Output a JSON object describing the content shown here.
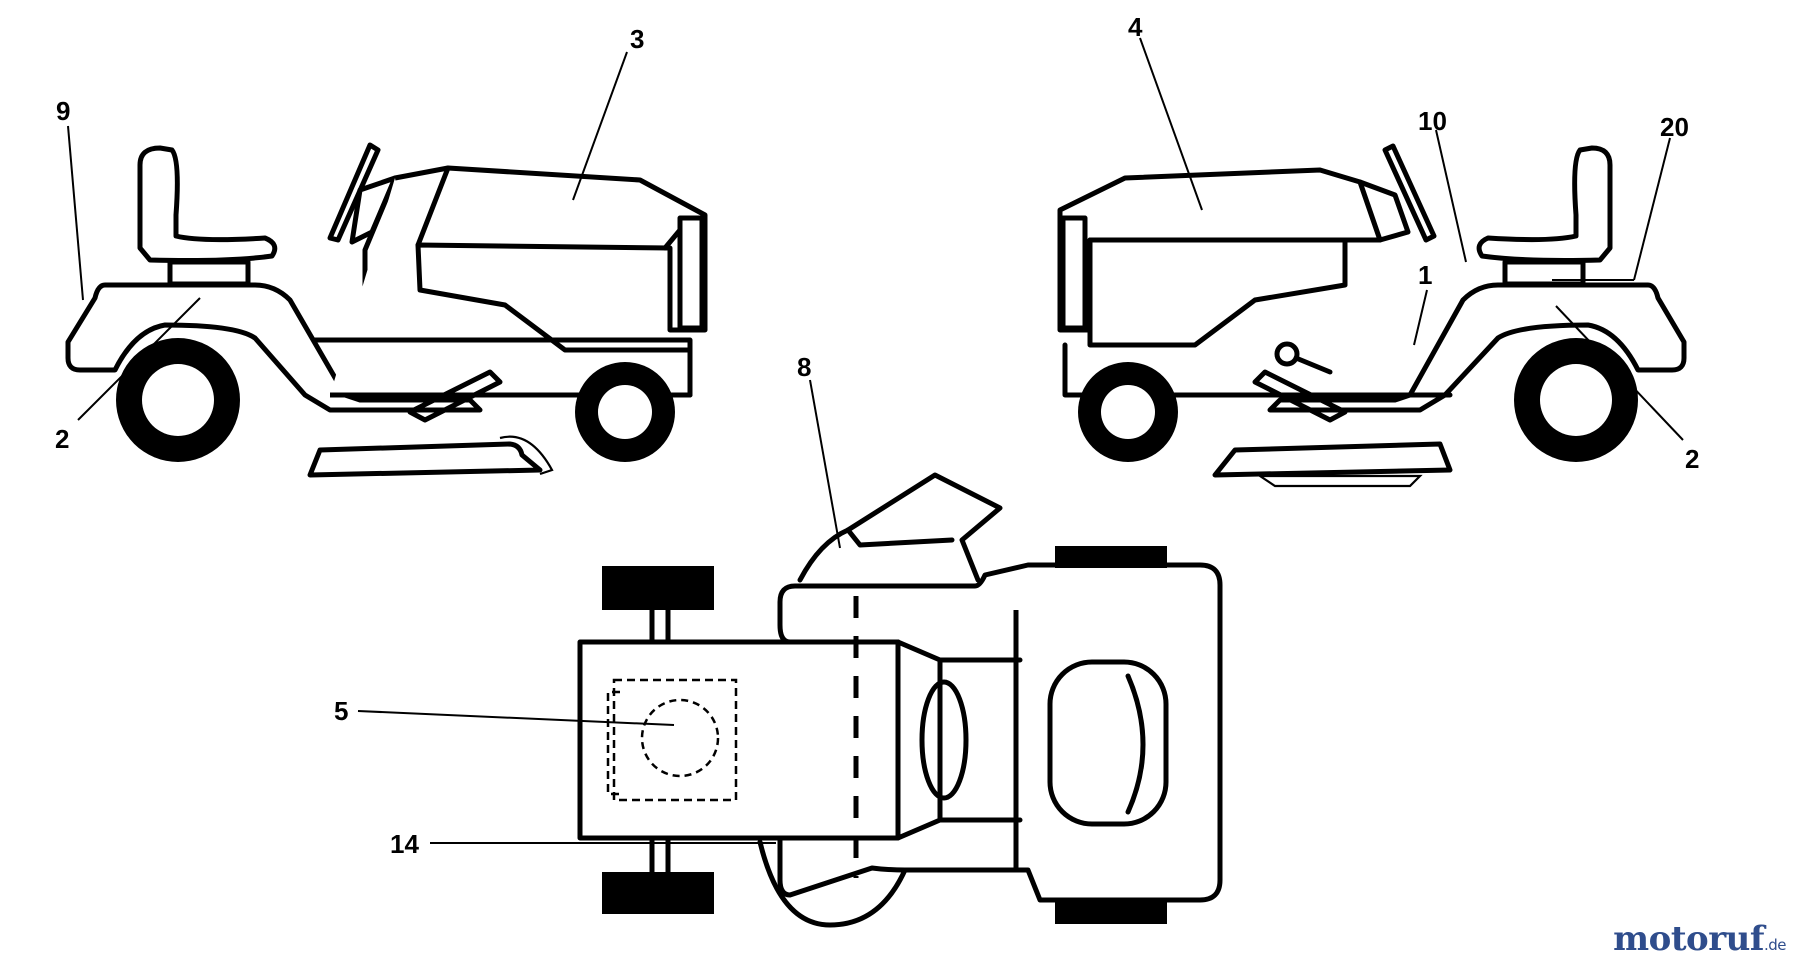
{
  "callouts": {
    "c1": "1",
    "c2a": "2",
    "c2b": "2",
    "c3": "3",
    "c4": "4",
    "c5": "5",
    "c8": "8",
    "c9": "9",
    "c10": "10",
    "c14": "14",
    "c20": "20"
  },
  "watermark": {
    "brand": "motoruf",
    "tld": ".de",
    "color": "#2f4d8c"
  }
}
